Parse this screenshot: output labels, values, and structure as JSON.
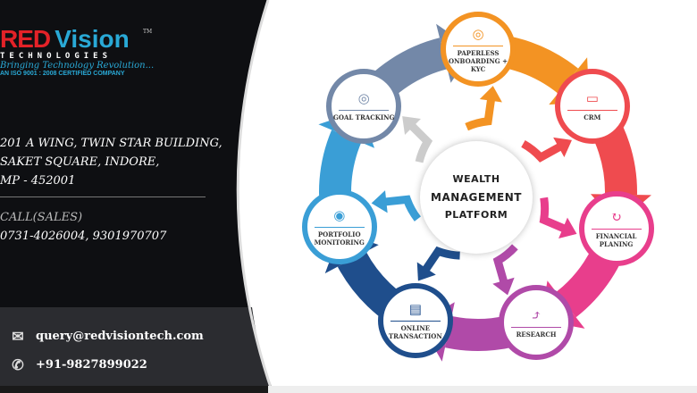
{
  "logo": {
    "red": "RED",
    "vision": "Vision",
    "tm": "TM",
    "technologies": "TECHNOLOGIES",
    "tagline": "Bringing Technology Revolution...",
    "iso": "AN ISO 9001 : 2008 CERTIFIED COMPANY"
  },
  "address": {
    "line1": "201 A WING, TWIN STAR BUILDING,",
    "line2": "SAKET SQUARE, INDORE,",
    "line3": "MP - 452001"
  },
  "call": {
    "label": "CALL(SALES)",
    "phones": "0731-4026004, 9301970707"
  },
  "contact": {
    "email": "query@redvisiontech.com",
    "whatsapp": "+91-9827899022"
  },
  "diagram": {
    "center": [
      "WEALTH",
      "MANAGEMENT",
      "PLATFORM"
    ],
    "nodes": [
      {
        "label": "PAPERLESS ONBOARDING + KYC",
        "icon": "fingerprint-icon",
        "color": "#f39323"
      },
      {
        "label": "CRM",
        "icon": "monitor-icon",
        "color": "#ef4b4f"
      },
      {
        "label": "FINANCIAL PLANING",
        "icon": "money-cycle-icon",
        "color": "#e83e8c"
      },
      {
        "label": "RESEARCH",
        "icon": "chart-search-icon",
        "color": "#b04aa8"
      },
      {
        "label": "ONLINE TRANSACTION",
        "icon": "card-phone-icon",
        "color": "#1f4e8c"
      },
      {
        "label": "PORTFOLIO MONITORING",
        "icon": "eye-chart-icon",
        "color": "#3a9ed6"
      },
      {
        "label": "GOAL TRACKING",
        "icon": "target-icon",
        "color": "#7388a8"
      }
    ]
  }
}
